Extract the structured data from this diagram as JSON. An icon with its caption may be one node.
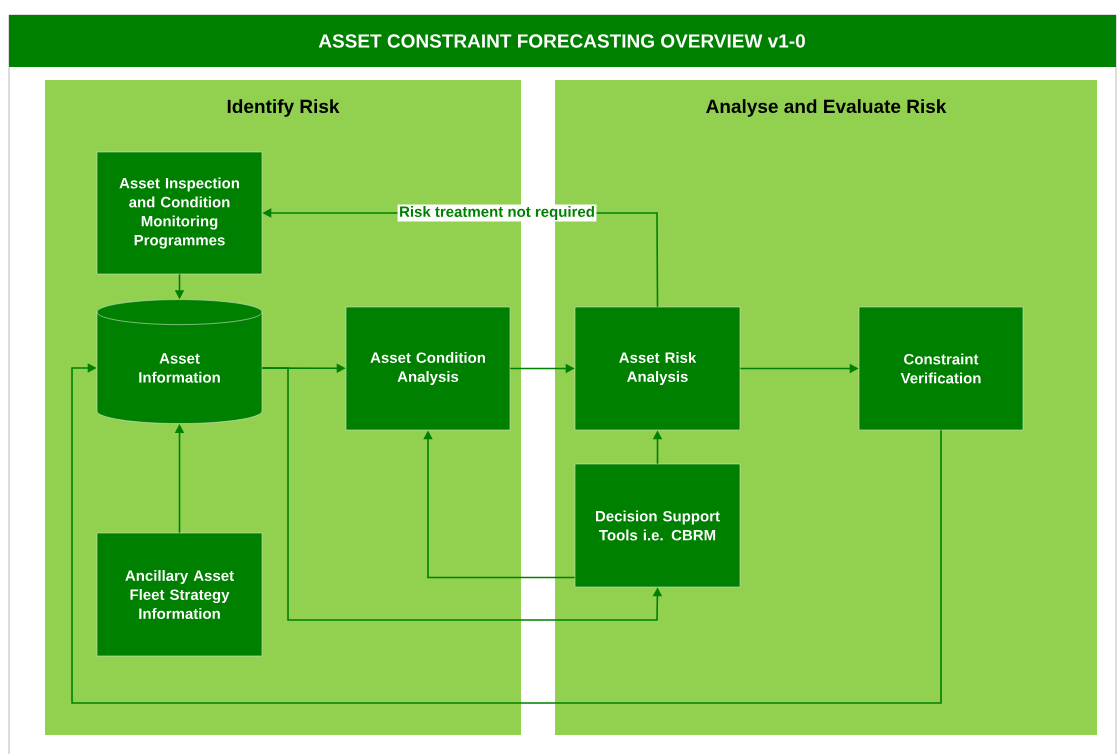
{
  "diagram": {
    "title": "ASSET CONSTRAINT FORECASTING OVERVIEW v1-0",
    "nodes": [
      {
        "text": [
          "Identify Risk"
        ]
      },
      {
        "text": [
          "Analyse and Evaluate Risk"
        ]
      },
      {
        "text": [
          "Asset Inspection and Condition Monitoring Programmes"
        ],
        "in": 0
      },
      {
        "text": [
          "Asset Information"
        ],
        "in": 0
      },
      {
        "text": [
          "Asset Condition Analysis"
        ],
        "in": 0
      },
      {
        "text": [
          "Ancillary Asset Fleet Strategy Information"
        ],
        "in": 0
      },
      {
        "text": [
          "Asset Risk Analysis"
        ],
        "in": 1
      },
      {
        "text": [
          "Constraint Verification"
        ],
        "in": 1
      },
      {
        "text": [
          "Decision Support Tools i.e. CBRM"
        ],
        "in": 1
      }
    ],
    "edges": [
      {
        "from": 2,
        "to": 3,
        "arrow": "to"
      },
      {
        "from": 3,
        "to": 4,
        "arrow": "to"
      },
      {
        "from": 4,
        "to": 6,
        "arrow": "to"
      },
      {
        "from": 6,
        "to": 7,
        "arrow": "to"
      },
      {
        "from": 5,
        "to": 3,
        "arrow": "to"
      },
      {
        "from": 8,
        "to": 6,
        "arrow": "to"
      },
      {
        "from": 8,
        "to": 4,
        "arrow": "to"
      },
      {
        "from": 3,
        "to": 8,
        "arrow": "to"
      },
      {
        "from": 6,
        "to": 2,
        "arrow": "to",
        "label": "Risk treatment not required"
      },
      {
        "from": 7,
        "to": 3,
        "arrow": "to"
      }
    ]
  }
}
